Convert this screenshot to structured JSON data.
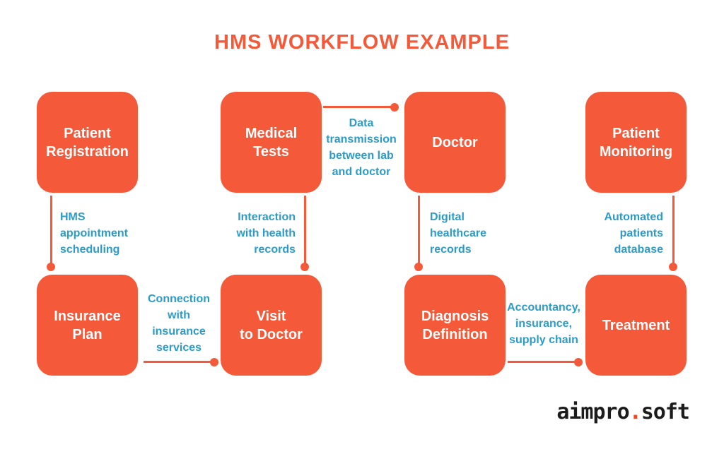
{
  "title": "HMS WORKFLOW EXAMPLE",
  "boxes": {
    "patient_registration": "Patient\nRegistration",
    "medical_tests": "Medical\nTests",
    "doctor": "Doctor",
    "patient_monitoring": "Patient\nMonitoring",
    "insurance_plan": "Insurance\nPlan",
    "visit_to_doctor": "Visit\nto Doctor",
    "diagnosis_definition": "Diagnosis\nDefinition",
    "treatment": "Treatment"
  },
  "connector_labels": {
    "hms_appointment_scheduling": "HMS\nappointment\nscheduling",
    "data_transmission": "Data\ntransmission\nbetween lab\nand doctor",
    "interaction_health_records": "Interaction\nwith health\nrecords",
    "digital_healthcare_records": "Digital\nhealthcare\nrecords",
    "automated_patients_database": "Automated\npatients\ndatabase",
    "connection_insurance_services": "Connection\nwith\ninsurance\nservices",
    "accountancy_insurance_supply": "Accountancy,\ninsurance,\nsupply chain"
  },
  "logo": {
    "name": "aimpro",
    "dot": ".",
    "suffix": "soft"
  },
  "colors": {
    "accent_orange": "#F4593A",
    "label_blue": "#2D9BC7",
    "box_text_white": "#FFFFFF",
    "logo_black": "#1C1C1C",
    "logo_dot_orange": "#EF4823",
    "background": "#FFFFFF"
  }
}
